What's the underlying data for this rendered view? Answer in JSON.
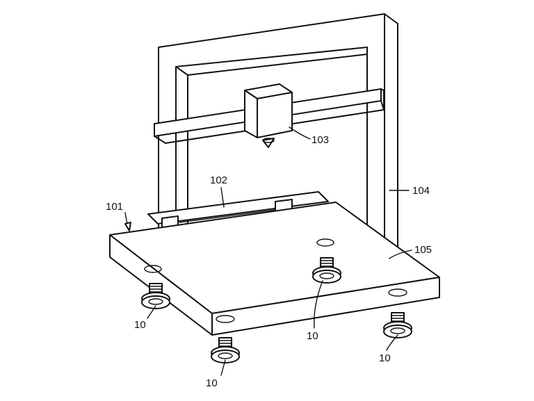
{
  "labels": {
    "platform": "101",
    "bed": "102",
    "print_head": "103",
    "frame": "104",
    "base_plate": "105",
    "knob": "10"
  },
  "colors": {
    "line": "#111111",
    "background": "#ffffff"
  }
}
